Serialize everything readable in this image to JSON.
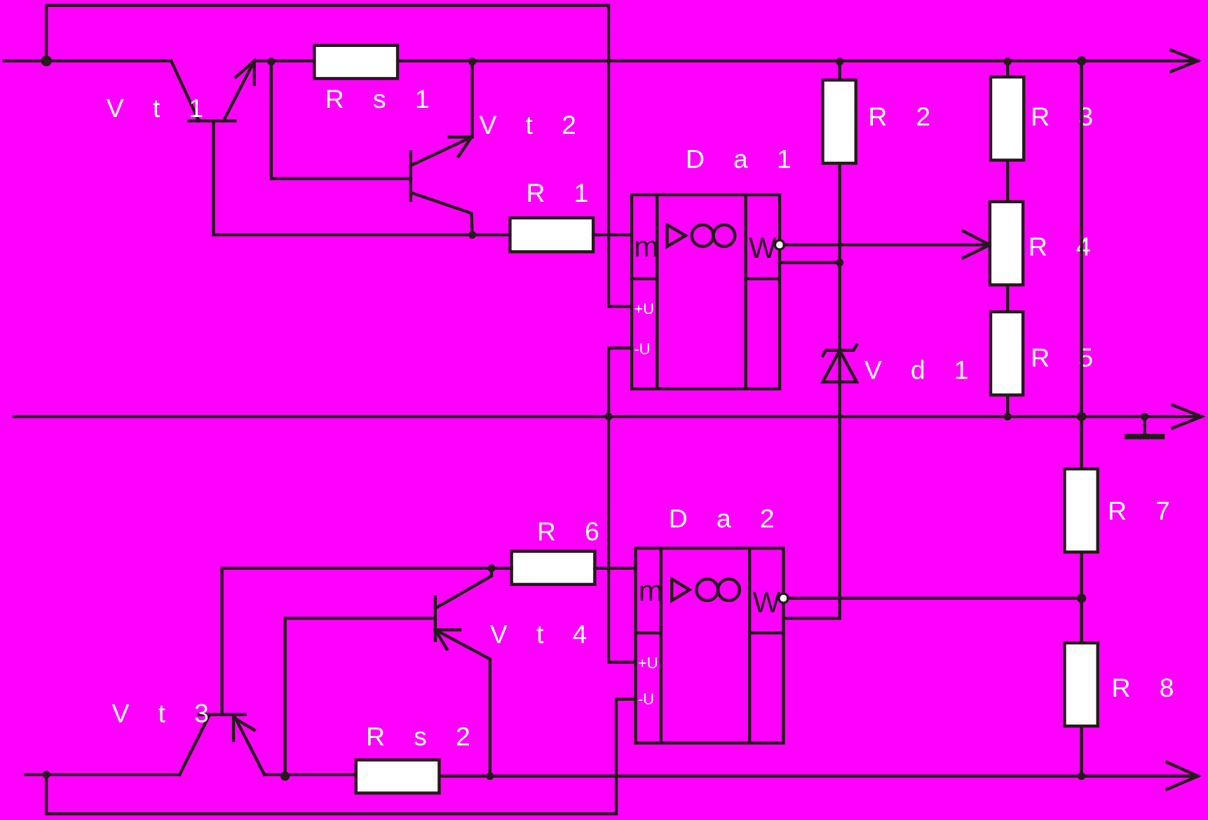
{
  "colors": {
    "background": "#ff00ff",
    "wire": "#231a1a",
    "component_fill": "#ffffff"
  },
  "components": {
    "vt1": "V t 1",
    "vt2": "V t 2",
    "vt3": "V t 3",
    "vt4": "V t 4",
    "rs1": "R s 1",
    "rs2": "R s 2",
    "r1": "R 1",
    "r2": "R 2",
    "r3": "R 3",
    "r4": "R 4",
    "r5": "R 5",
    "r6": "R 6",
    "r7": "R 7",
    "r8": "R 8",
    "vd1": "V d 1",
    "da1": "D a 1",
    "da2": "D a 2"
  },
  "opamp": {
    "in_label": "m",
    "out_label": "W",
    "plus_supply": "+U",
    "minus_supply": "-U"
  }
}
